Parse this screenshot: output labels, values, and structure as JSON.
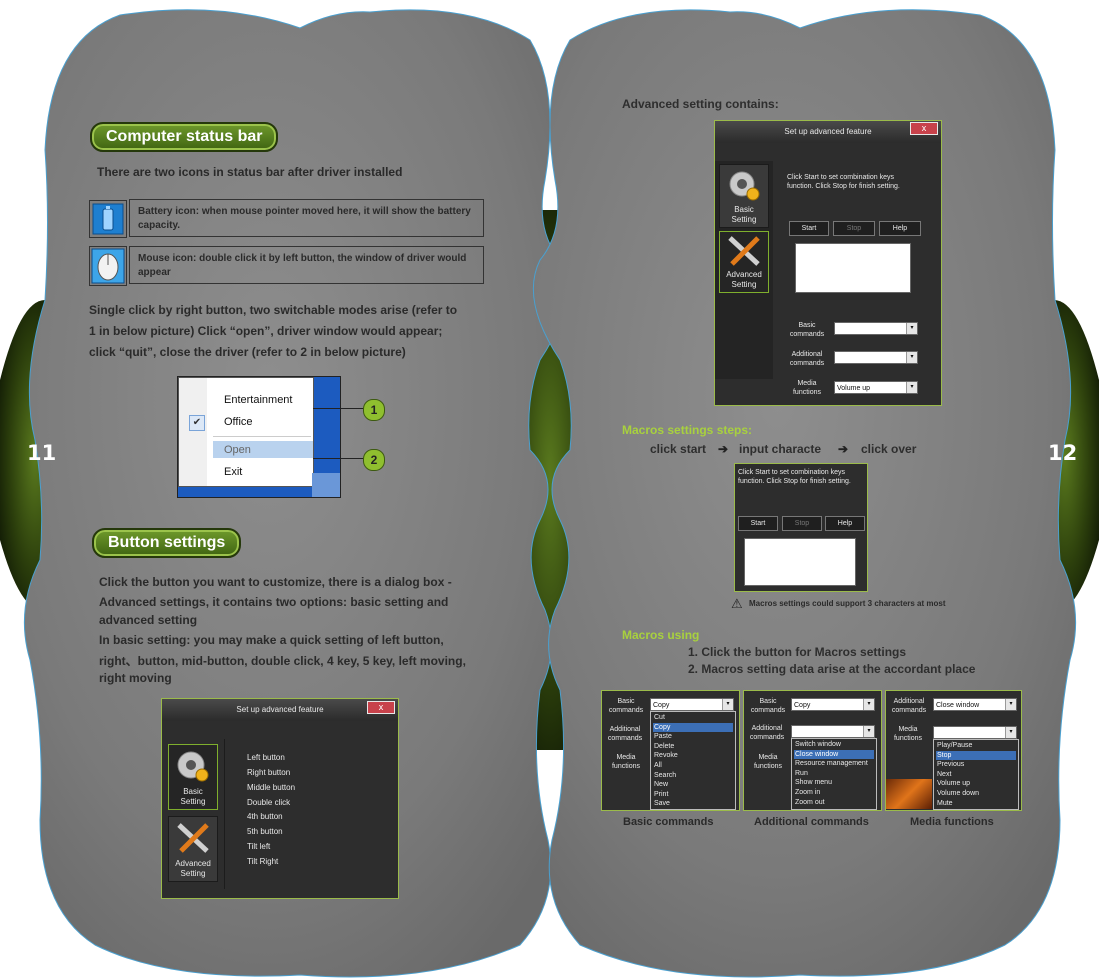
{
  "page_numbers": {
    "left": "11",
    "right": "12"
  },
  "left_page": {
    "status_bar": {
      "heading": "Computer status bar",
      "intro": "There are two icons in status bar after driver installed",
      "battery_desc": "Battery icon: when mouse pointer moved here, it will show the battery capacity.",
      "mouse_desc": "Mouse icon: double click it by left button, the window of driver would appear",
      "instructions": [
        "Single click by right button, two switchable modes arise (refer to",
        "1 in below picture) Click “open”, driver window would appear;",
        "click “quit”, close the driver (refer to 2 in below picture)"
      ],
      "menu": {
        "items": [
          "Entertainment",
          "Office",
          "Open",
          "Exit"
        ],
        "callout_1": "1",
        "callout_2": "2"
      }
    },
    "button_settings": {
      "heading": "Button settings",
      "paragraph": [
        "Click the button you want to customize, there is a dialog box -",
        "Advanced settings, it contains two options: basic setting and",
        "advanced setting",
        "In basic setting: you may make a quick setting of left button,",
        "right、button, mid-button, double click, 4 key, 5 key, left moving,",
        "right moving"
      ],
      "dialog": {
        "title": "Set up advanced feature",
        "close": "x",
        "basic_label_1": "Basic",
        "basic_label_2": "Setting",
        "advanced_label_1": "Advanced",
        "advanced_label_2": "Setting",
        "options": [
          "Left button",
          "Right button",
          "Middle button",
          "Double click",
          "4th button",
          "5th button",
          "Tilt left",
          "Tilt Right"
        ]
      }
    }
  },
  "right_page": {
    "advanced": {
      "heading": "Advanced setting contains:",
      "dialog": {
        "title": "Set up advanced feature",
        "close": "x",
        "basic_label_1": "Basic",
        "basic_label_2": "Setting",
        "advanced_label_1": "Advanced",
        "advanced_label_2": "Setting",
        "instruction": "Click Start to set combination keys function.  Click Stop for finish setting.",
        "start": "Start",
        "stop": "Stop",
        "help": "Help",
        "basic_commands_1": "Basic",
        "basic_commands_2": "commands",
        "additional_commands_1": "Additional",
        "additional_commands_2": "commands",
        "media_functions_1": "Media",
        "media_functions_2": "functions",
        "media_value": "Volume up"
      }
    },
    "macros_steps": {
      "heading": "Macros settings steps:",
      "step1": "click start",
      "step2": "input characte",
      "step3": "click over",
      "panel": {
        "instruction": "Click Start to set combination keys function.  Click Stop for finish setting.",
        "start": "Start",
        "stop": "Stop",
        "help": "Help"
      },
      "warning": "Macros settings could support 3 characters at most"
    },
    "macros_using": {
      "heading": "Macros using",
      "point1": "1. Click the button for Macros settings",
      "point2": "2. Macros setting data arise at the accordant place",
      "panel1": {
        "label1": "Basic",
        "label2": "commands",
        "label3": "Additional",
        "label4": "commands",
        "label5": "Media",
        "label6": "functions",
        "value": "Copy",
        "items": [
          "Cut",
          "Copy",
          "Paste",
          "Delete",
          "Revoke",
          "All",
          "Search",
          "New",
          "Print",
          "Save"
        ],
        "selected": 1,
        "caption": "Basic commands"
      },
      "panel2": {
        "label1": "Basic",
        "label2": "commands",
        "label3": "Additional",
        "label4": "commands",
        "label5": "Media",
        "label6": "functions",
        "value": "Copy",
        "items": [
          "Switch window",
          "Close window",
          "Resource management",
          "Run",
          "Show menu",
          "Zoom in",
          "Zoom out"
        ],
        "selected": 1,
        "caption": "Additional commands"
      },
      "panel3": {
        "label1": "Additional",
        "label2": "commands",
        "label3": "Media",
        "label4": "functions",
        "value": "Close window",
        "items": [
          "Play/Pause",
          "Stop",
          "Previous",
          "Next",
          "Volume up",
          "Volume down",
          "Mute"
        ],
        "selected": 1,
        "caption": "Media functions"
      }
    }
  }
}
